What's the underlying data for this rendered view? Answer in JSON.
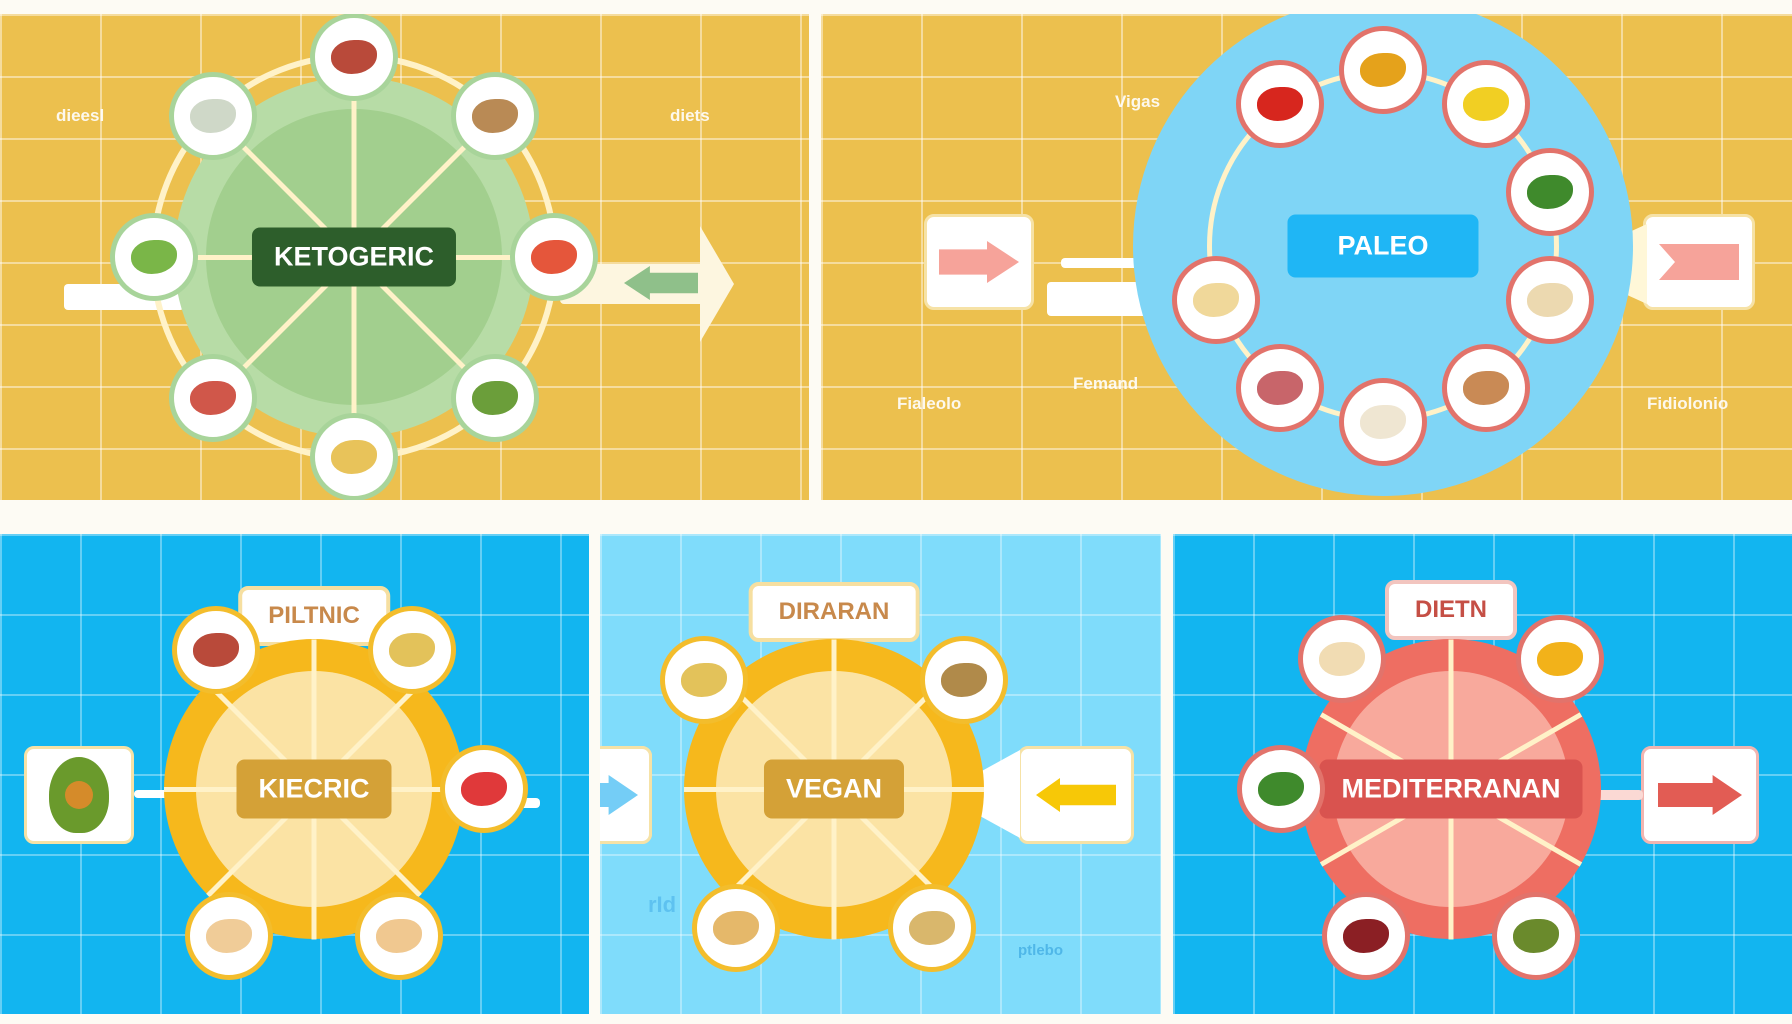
{
  "colors": {
    "yellow_bg": "#ecc04e",
    "blue_bg": "#12b5f0",
    "light_blue_bg": "#7fdcfb",
    "keto_green": "#2d5e2b",
    "paleo_blue": "#1fb6f5",
    "gold": "#d4a137",
    "med_red": "#d9534f"
  },
  "top_left": {
    "title": "KETOGERIC",
    "notes": [
      "dieesl",
      "diets"
    ],
    "nodes": [
      {
        "icon": "steak-icon",
        "color": "#b94a3a"
      },
      {
        "icon": "mushroom-icon",
        "color": "#b98a55"
      },
      {
        "icon": "tomato-cucumber-icon",
        "color": "#e5563b"
      },
      {
        "icon": "asparagus-icon",
        "color": "#6b9e3a"
      },
      {
        "icon": "cheese-icon",
        "color": "#e8c35a"
      },
      {
        "icon": "salmon-icon",
        "color": "#d0574a"
      },
      {
        "icon": "leek-icon",
        "color": "#7ab648"
      },
      {
        "icon": "fish-icon",
        "color": "#cfd8c8"
      }
    ],
    "center_icon": "broccoli-icon"
  },
  "top_right": {
    "title": "PALEO",
    "notes": [
      "Vigas",
      "Femand",
      "Fialeolo",
      "Fidiolonio"
    ],
    "nodes": [
      {
        "icon": "orange-icon",
        "color": "#e5a21b"
      },
      {
        "icon": "squash-icon",
        "color": "#f1cf23"
      },
      {
        "icon": "spinach-icon",
        "color": "#3f8a2c"
      },
      {
        "icon": "potato-icon",
        "color": "#ecd9b0"
      },
      {
        "icon": "bacon-icon",
        "color": "#c98a55"
      },
      {
        "icon": "garlic-icon",
        "color": "#efe6d2"
      },
      {
        "icon": "ham-icon",
        "color": "#c8656a"
      },
      {
        "icon": "egg-icon",
        "color": "#f0d89a"
      },
      {
        "icon": "meat-icon",
        "color": "#d7261e"
      }
    ],
    "extra_icons": [
      "broccoli-icon",
      "almonds-icon"
    ]
  },
  "bottom_left": {
    "tag": "PILTNIC",
    "title": "KIECRIC",
    "nodes": [
      {
        "icon": "steak-icon",
        "color": "#b94a3a"
      },
      {
        "icon": "cookies-icon",
        "color": "#e3c25a"
      },
      {
        "icon": "watermelon-icon",
        "color": "#e0393a"
      },
      {
        "icon": "bowl-icon",
        "color": "#f0c890"
      },
      {
        "icon": "cups-icon",
        "color": "#f0cc98"
      }
    ],
    "side_icon": "avocado-icon"
  },
  "bottom_mid": {
    "tag": "DIRARAN",
    "title": "VEGAN",
    "notes": [
      "rId",
      "ptlebo"
    ],
    "nodes": [
      {
        "icon": "crackers-icon",
        "color": "#e3c25a"
      },
      {
        "icon": "wheat-icon",
        "color": "#b08a4a"
      },
      {
        "icon": "noodles-icon",
        "color": "#d9b76c"
      },
      {
        "icon": "bowl-icon",
        "color": "#e5b86a"
      }
    ]
  },
  "bottom_right": {
    "tag": "DIETN",
    "title": "MEDITERRANAN",
    "nodes": [
      {
        "icon": "pear-icon",
        "color": "#f1dcb3"
      },
      {
        "icon": "cheese-icon",
        "color": "#f2b21a"
      },
      {
        "icon": "spinach-icon",
        "color": "#3f8a2c"
      },
      {
        "icon": "fig-icon",
        "color": "#8b1f24"
      },
      {
        "icon": "avocado-icon",
        "color": "#6a8a2c"
      }
    ]
  }
}
